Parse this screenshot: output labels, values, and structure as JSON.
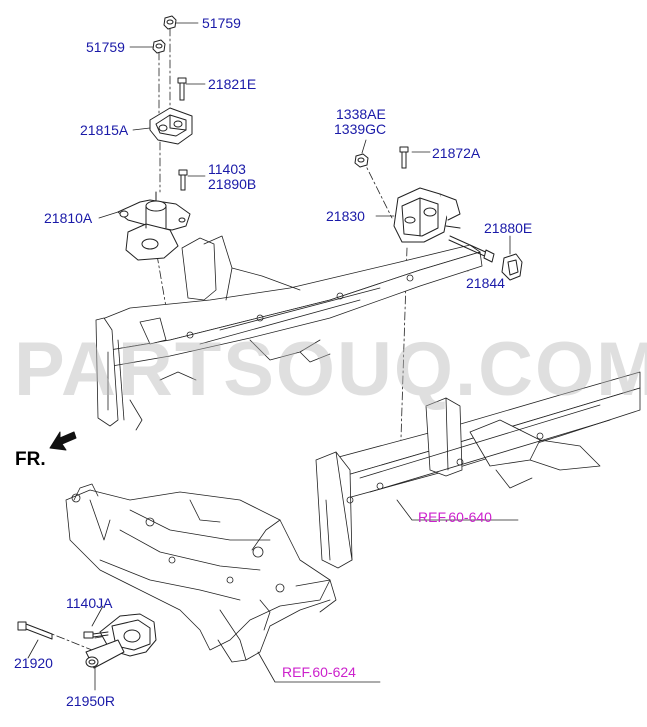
{
  "colors": {
    "part_label": "#1a1aa8",
    "ref_label": "#cc22cc",
    "line": "#222222",
    "watermark": "#b9b9b9"
  },
  "watermark": "PARTSOUQ.COM",
  "direction_label": "FR.",
  "labels": {
    "p51759_top": "51759",
    "p51759_left": "51759",
    "p21821E": "21821E",
    "p21815A": "21815A",
    "p11403": "11403",
    "p21890B": "21890B",
    "p21810A": "21810A",
    "p1338AE": "1338AE",
    "p1339GC": "1339GC",
    "p21872A": "21872A",
    "p21830": "21830",
    "p21880E": "21880E",
    "p21844": "21844",
    "p1140JA": "1140JA",
    "p21920": "21920",
    "p21950R": "21950R"
  },
  "refs": {
    "ref_640": "REF.60-640",
    "ref_624": "REF.60-624"
  }
}
